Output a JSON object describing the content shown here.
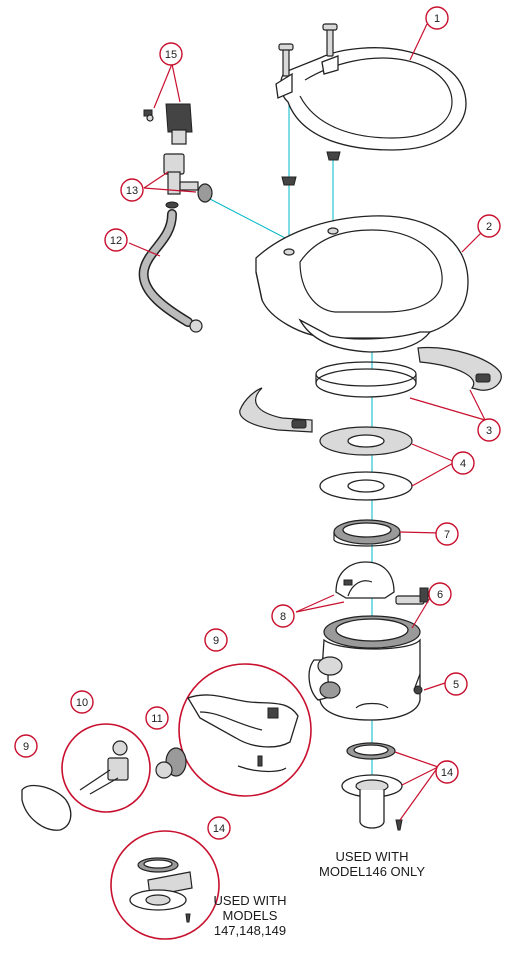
{
  "callouts": [
    {
      "id": "c1",
      "label": "1"
    },
    {
      "id": "c2",
      "label": "2"
    },
    {
      "id": "c3",
      "label": "3"
    },
    {
      "id": "c4",
      "label": "4"
    },
    {
      "id": "c5",
      "label": "5"
    },
    {
      "id": "c6",
      "label": "6"
    },
    {
      "id": "c7",
      "label": "7"
    },
    {
      "id": "c8",
      "label": "8"
    },
    {
      "id": "c9a",
      "label": "9"
    },
    {
      "id": "c9b",
      "label": "9"
    },
    {
      "id": "c10",
      "label": "10"
    },
    {
      "id": "c11",
      "label": "11"
    },
    {
      "id": "c12",
      "label": "12"
    },
    {
      "id": "c13",
      "label": "13"
    },
    {
      "id": "c14a",
      "label": "14"
    },
    {
      "id": "c14b",
      "label": "14"
    },
    {
      "id": "c15",
      "label": "15"
    }
  ],
  "notes": {
    "model146": [
      "USED WITH",
      "MODEL146 ONLY"
    ],
    "models147": [
      "USED WITH",
      "MODELS",
      "147,148,149"
    ]
  },
  "colors": {
    "callout": "#c8102e",
    "alignment": "#00b8c8",
    "outline": "#222222"
  }
}
